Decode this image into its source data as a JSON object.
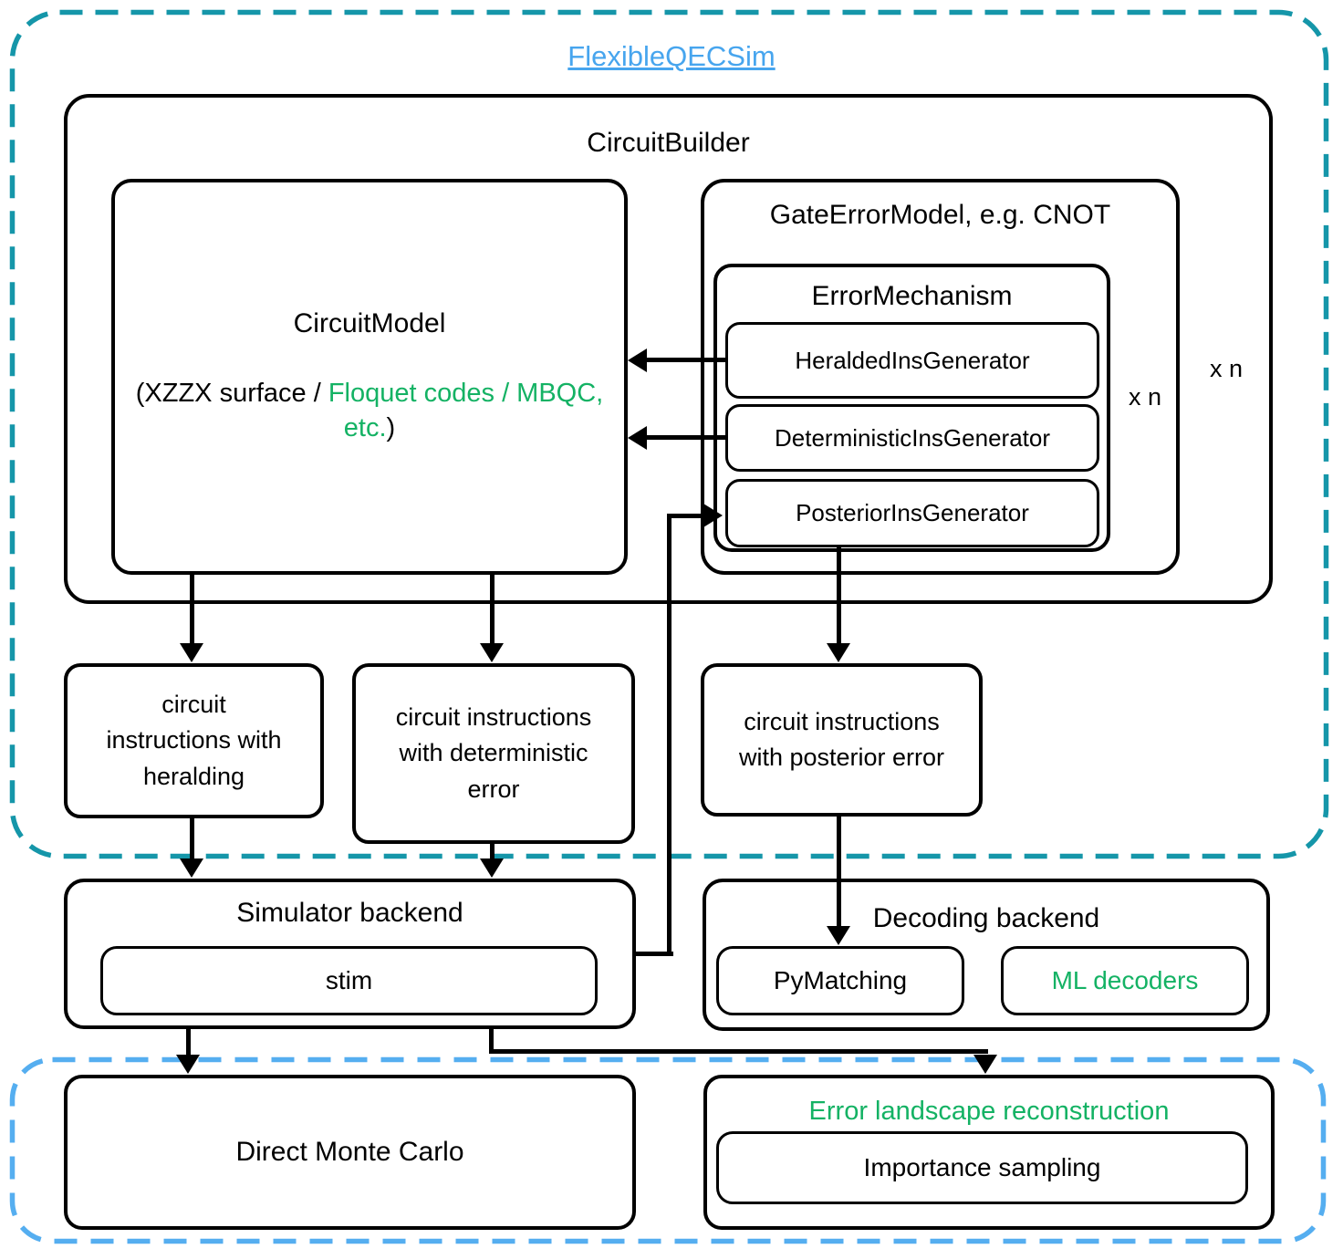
{
  "colors": {
    "outer_border_teal": "#1596a9",
    "analysis_border_blue": "#55aef0",
    "link_blue": "#47a5ee",
    "highlight_green": "#14b264",
    "line_black": "#000000"
  },
  "diagram": {
    "title": "FlexibleQECSim",
    "circuit_builder_label": "CircuitBuilder",
    "circuit_model": {
      "label": "CircuitModel",
      "desc_prefix": "(XZZX surface / ",
      "desc_highlight": "Floquet codes / MBQC, etc.",
      "desc_suffix": ")"
    },
    "gate_error_model": {
      "label": "GateErrorModel, e.g. CNOT",
      "multiplier": "x n"
    },
    "error_mechanism": {
      "label": "ErrorMechanism",
      "multiplier": "x n",
      "generators": [
        "HeraldedInsGenerator",
        "DeterministicInsGenerator",
        "PosteriorInsGenerator"
      ]
    },
    "outputs": {
      "heralding": "circuit instructions with heralding",
      "deterministic": "circuit instructions with deterministic error",
      "posterior": "circuit instructions with posterior error"
    },
    "simulator_backend": {
      "label": "Simulator backend",
      "items": [
        "stim"
      ]
    },
    "decoding_backend": {
      "label": "Decoding backend",
      "items": [
        "PyMatching",
        "ML decoders"
      ]
    },
    "analysis": {
      "monte_carlo_label": "Direct Monte Carlo",
      "error_landscape_label": "Error landscape reconstruction",
      "importance_sampling_label": "Importance sampling"
    }
  }
}
